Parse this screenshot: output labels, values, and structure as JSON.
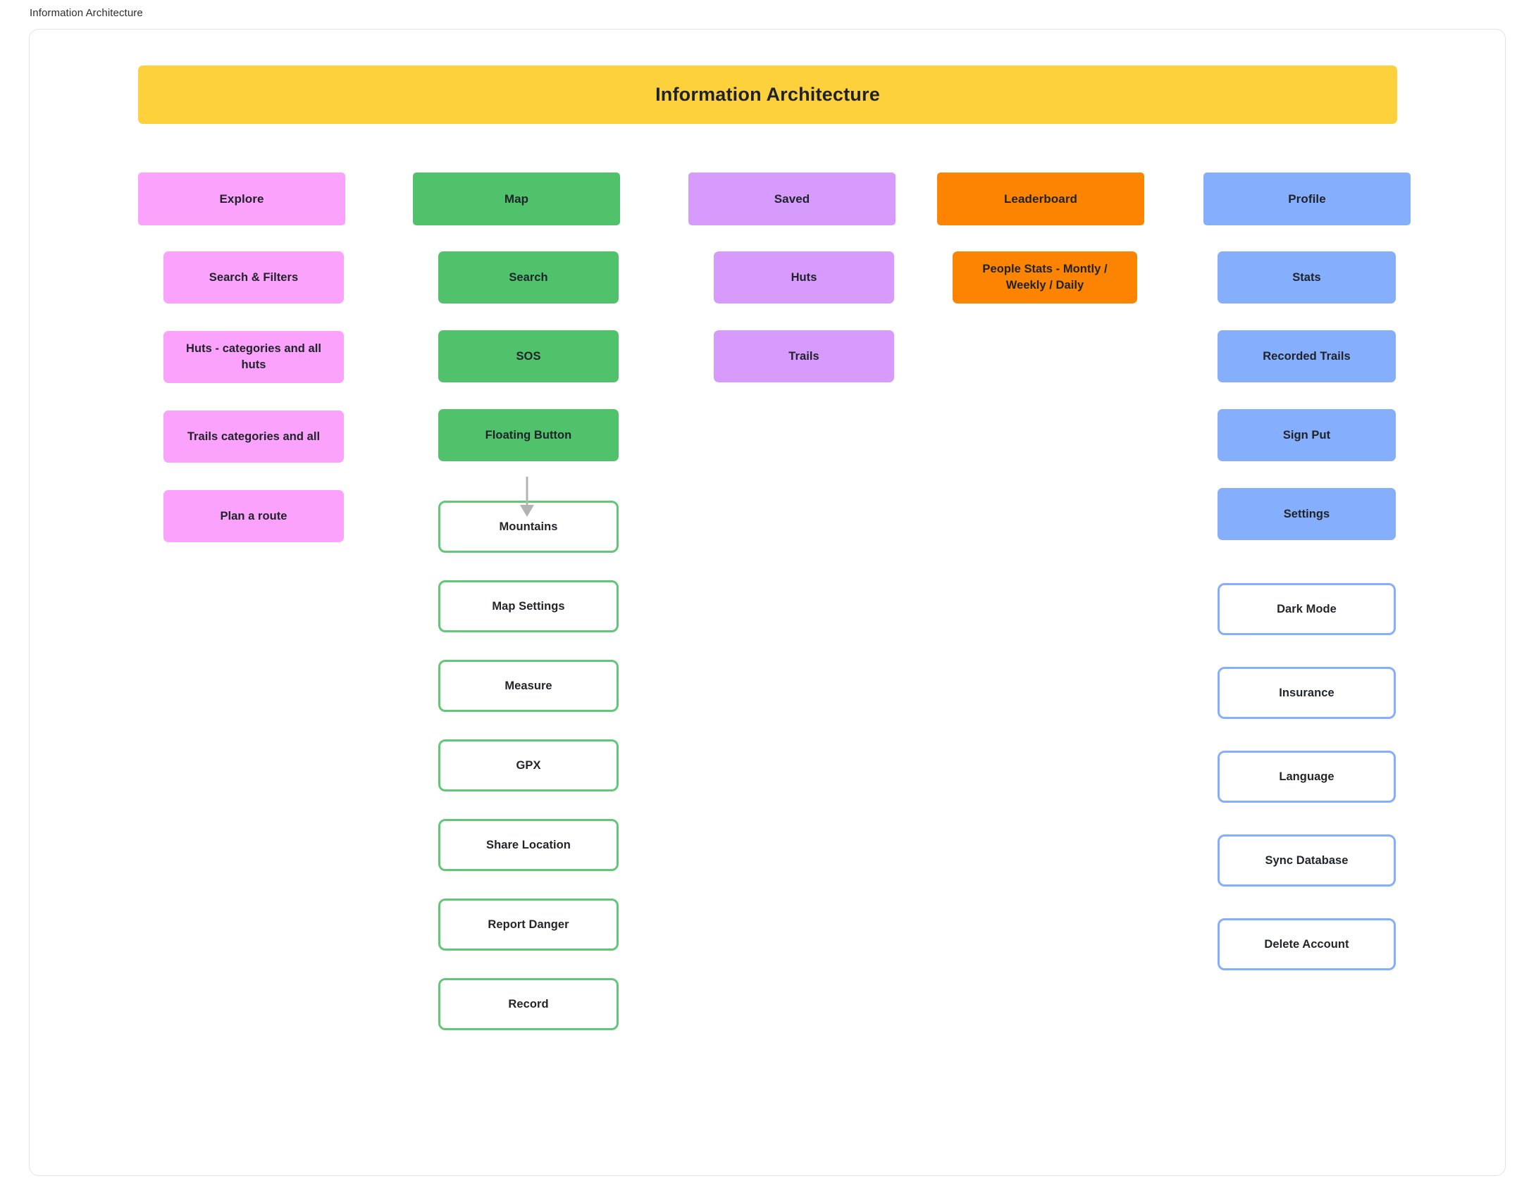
{
  "page": {
    "label": "Information Architecture",
    "title": "Information Architecture"
  },
  "palette": {
    "yellow": "#fdd13c",
    "pink": "#fba2fc",
    "green": "#4fc26b",
    "purple": "#d79bfd",
    "orange": "#fc8400",
    "blue": "#85aefc",
    "outline_green": "#62c777",
    "outline_blue": "#85aefc",
    "connector": "#b3b3b3",
    "board_border": "#e3e3e3"
  },
  "columns": [
    {
      "id": "explore",
      "head": "Explore",
      "nodes": [
        {
          "label": "Search & Filters",
          "style": "filled"
        },
        {
          "label": "Huts - categories and all huts",
          "style": "filled"
        },
        {
          "label": "Trails categories and all",
          "style": "filled"
        },
        {
          "label": "Plan a route",
          "style": "filled"
        }
      ]
    },
    {
      "id": "map",
      "head": "Map",
      "nodes": [
        {
          "label": "Search",
          "style": "filled"
        },
        {
          "label": "SOS",
          "style": "filled"
        },
        {
          "label": "Floating Button",
          "style": "filled"
        },
        {
          "label": "Mountains",
          "style": "outlined"
        },
        {
          "label": "Map Settings",
          "style": "outlined"
        },
        {
          "label": "Measure",
          "style": "outlined"
        },
        {
          "label": "GPX",
          "style": "outlined"
        },
        {
          "label": "Share Location",
          "style": "outlined"
        },
        {
          "label": "Report Danger",
          "style": "outlined"
        },
        {
          "label": "Record",
          "style": "outlined"
        }
      ]
    },
    {
      "id": "saved",
      "head": "Saved",
      "nodes": [
        {
          "label": "Huts",
          "style": "filled"
        },
        {
          "label": "Trails",
          "style": "filled"
        }
      ]
    },
    {
      "id": "leaderboard",
      "head": "Leaderboard",
      "nodes": [
        {
          "label": "People Stats - Montly / Weekly / Daily",
          "style": "filled"
        }
      ]
    },
    {
      "id": "profile",
      "head": "Profile",
      "nodes": [
        {
          "label": "Stats",
          "style": "filled"
        },
        {
          "label": "Recorded Trails",
          "style": "filled"
        },
        {
          "label": "Sign Put",
          "style": "filled"
        },
        {
          "label": "Settings",
          "style": "filled"
        },
        {
          "label": "Dark Mode",
          "style": "outlined-blue"
        },
        {
          "label": "Insurance",
          "style": "outlined-blue"
        },
        {
          "label": "Language",
          "style": "outlined-blue"
        },
        {
          "label": "Sync Database",
          "style": "outlined-blue"
        },
        {
          "label": "Delete Account",
          "style": "outlined-blue"
        }
      ]
    }
  ],
  "connector": {
    "from": "Floating Button",
    "to": "Mountains",
    "arrow": "arrow-down-icon"
  }
}
